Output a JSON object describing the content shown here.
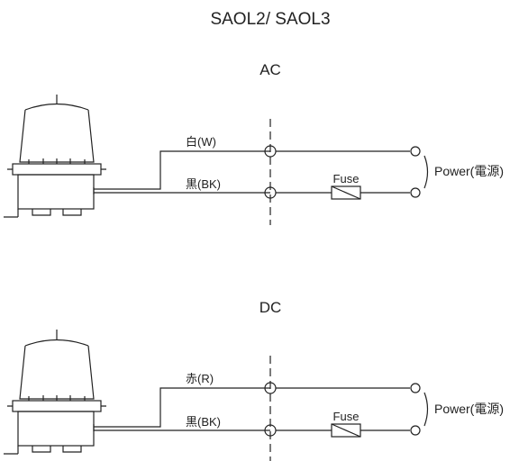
{
  "title": "SAOL2/ SAOL3",
  "sections": [
    {
      "heading": "AC",
      "wire_top": "白(W)",
      "wire_bottom": "黒(BK)",
      "fuse": "Fuse",
      "power": "Power(電源)"
    },
    {
      "heading": "DC",
      "wire_top": "赤(R)",
      "wire_bottom": "黒(BK)",
      "fuse": "Fuse",
      "power": "Power(電源)"
    }
  ]
}
